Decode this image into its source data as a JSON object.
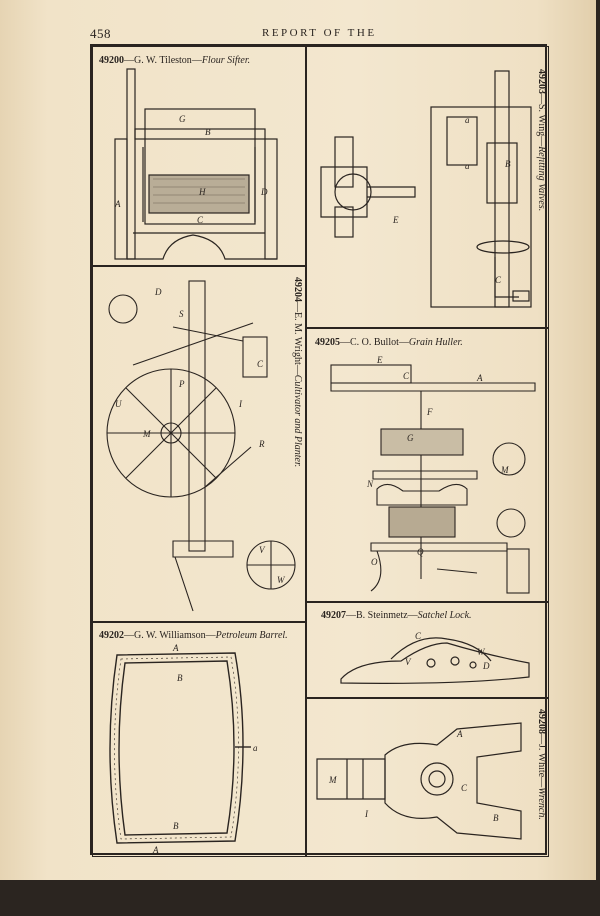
{
  "page": {
    "number": "458",
    "running_head": "REPORT OF THE"
  },
  "figures": [
    {
      "key": "p49200",
      "patent": "49200",
      "inventor": "G. W. Tileston",
      "title": "Flour Sifter.",
      "labels": [
        "G",
        "B",
        "H",
        "A",
        "C",
        "D"
      ]
    },
    {
      "key": "p49203",
      "patent": "49203",
      "inventor": "S. Wing",
      "title": "Refitting Valves.",
      "labels": [
        "a",
        "a",
        "E",
        "B",
        "C"
      ]
    },
    {
      "key": "p49204",
      "patent": "49204",
      "inventor": "E. M. Wright",
      "title": "Cultivator and Planter.",
      "labels": [
        "D",
        "S",
        "P",
        "C",
        "I",
        "U",
        "M",
        "R",
        "V",
        "W"
      ]
    },
    {
      "key": "p49205",
      "patent": "49205",
      "inventor": "C. O. Bullot",
      "title": "Grain Huller.",
      "labels": [
        "E",
        "C",
        "A",
        "F",
        "G",
        "M",
        "N",
        "O",
        "Q"
      ]
    },
    {
      "key": "p49202",
      "patent": "49202",
      "inventor": "G. W. Williamson",
      "title": "Petroleum Barrel.",
      "labels": [
        "A",
        "B",
        "a",
        "B",
        "A"
      ]
    },
    {
      "key": "p49207",
      "patent": "49207",
      "inventor": "B. Steinmetz",
      "title": "Satchel Lock.",
      "labels": [
        "C",
        "V",
        "W",
        "D"
      ]
    },
    {
      "key": "p49208",
      "patent": "49208",
      "inventor": "J. White",
      "title": "Wrench.",
      "labels": [
        "A",
        "M",
        "C",
        "B",
        "I"
      ]
    }
  ]
}
